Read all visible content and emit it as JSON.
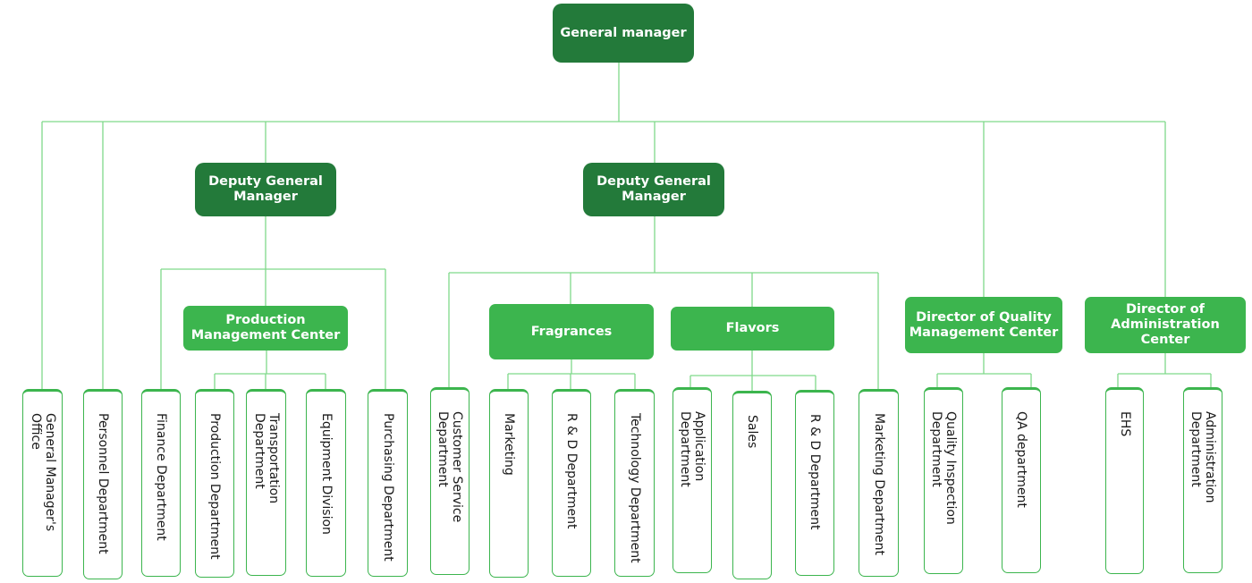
{
  "colors": {
    "dark": "#237a3a",
    "mid": "#3cb54e",
    "line": "#7fd98a"
  },
  "nodes": {
    "gm": "General manager",
    "dgm1": "Deputy General Manager",
    "dgm2": "Deputy General Manager",
    "pmc": "Production Management Center",
    "fragrances": "Fragrances",
    "flavors": "Flavors",
    "dqmc": "Director of Quality Management Center",
    "dac": "Director of Administration Center"
  },
  "leaves": [
    [
      "General Manager's",
      "Office"
    ],
    [
      "Personnel Department"
    ],
    [
      "Finance Department"
    ],
    [
      "Production Department"
    ],
    [
      "Transportation",
      "Department"
    ],
    [
      "Equipment Division"
    ],
    [
      "Purchasing Department"
    ],
    [
      "Customer Service",
      "Department"
    ],
    [
      "Marketing"
    ],
    [
      "R & D Department"
    ],
    [
      "Technology Department"
    ],
    [
      "Application",
      "Department"
    ],
    [
      "Sales"
    ],
    [
      "R & D Department"
    ],
    [
      "Marketing Department"
    ],
    [
      "Quality Inspection",
      "Department"
    ],
    [
      "QA department"
    ],
    [
      "EHS"
    ],
    [
      "Administration",
      "Department"
    ]
  ]
}
